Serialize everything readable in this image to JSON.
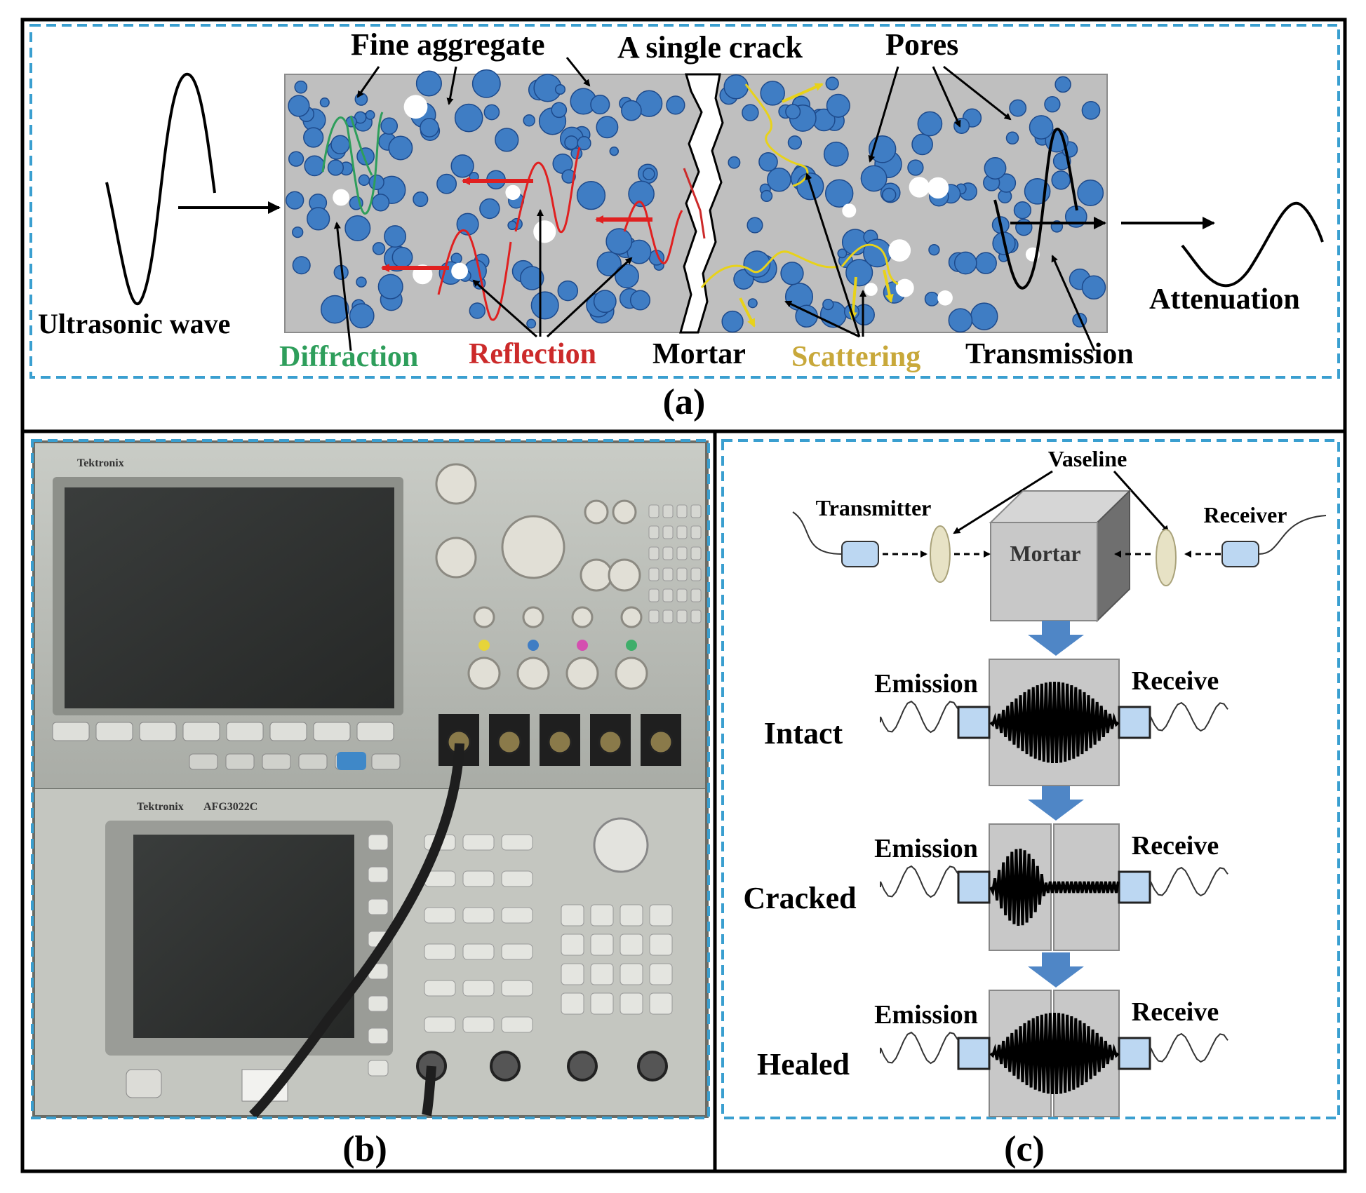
{
  "colors": {
    "dash": "#3a9fd0",
    "aggregate": "#3f7dc4",
    "aggregate_edge": "#1d4a8c",
    "mortar": "#bfbfbf",
    "diffraction": "#2e9e5b",
    "reflection": "#cc2a2a",
    "scattering": "#e8d21a",
    "scattering_label": "#c8a83a",
    "arrow_block": "#4f86c6",
    "transducer": "#bcd7f2"
  },
  "panel_a": {
    "caption": "(a)",
    "labels": {
      "fine_aggregate": "Fine aggregate",
      "single_crack": "A single crack",
      "pores": "Pores",
      "ultrasonic_wave": "Ultrasonic wave",
      "attenuation": "Attenuation",
      "diffraction": "Diffraction",
      "reflection": "Reflection",
      "mortar": "Mortar",
      "scattering": "Scattering",
      "transmission": "Transmission"
    }
  },
  "panel_b": {
    "caption": "(b)",
    "brand_top": "Tektronix",
    "brand_bottom": "Tektronix",
    "model_bottom": "AFG3022C"
  },
  "panel_c": {
    "caption": "(c)",
    "labels": {
      "vaseline": "Vaseline",
      "transmitter": "Transmitter",
      "receiver": "Receiver",
      "mortar": "Mortar"
    },
    "states": [
      {
        "state": "Intact",
        "emission": "Emission",
        "receive": "Receive"
      },
      {
        "state": "Cracked",
        "emission": "Emission",
        "receive": "Receive"
      },
      {
        "state": "Healed",
        "emission": "Emission",
        "receive": "Receive"
      }
    ]
  }
}
